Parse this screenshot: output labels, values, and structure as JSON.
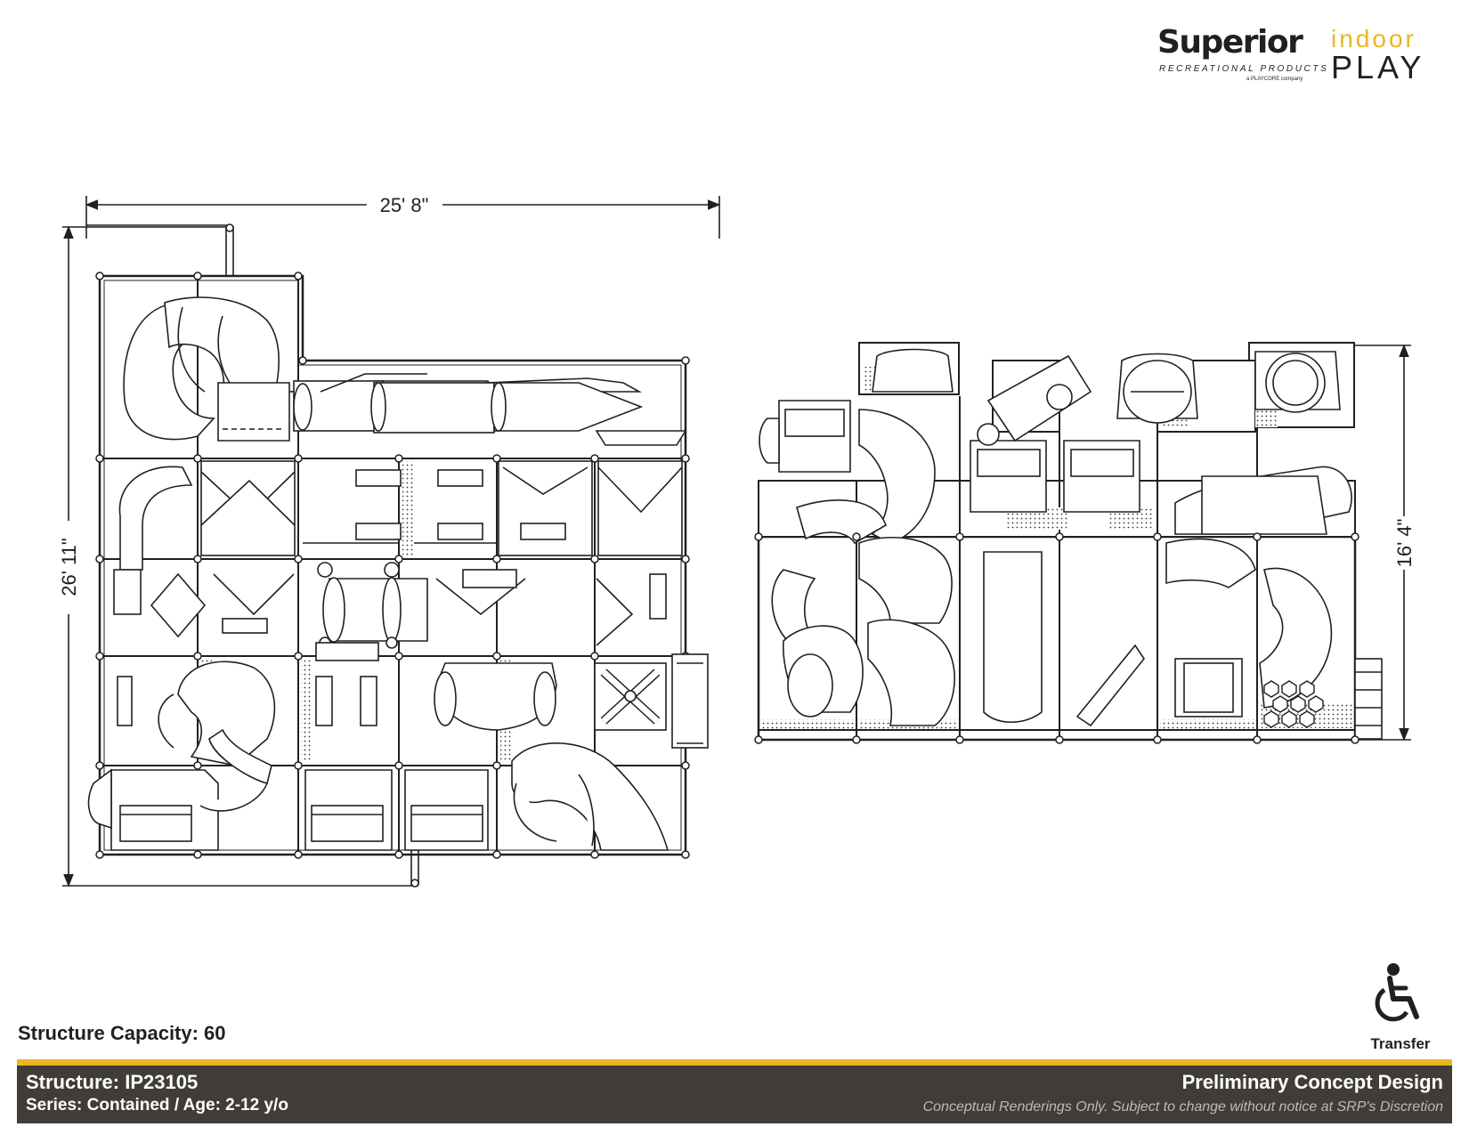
{
  "brand": {
    "name": "Superior",
    "registered_mark": "®",
    "subtitle": "RECREATIONAL PRODUCTS",
    "tagline": "a PLAYCORE company",
    "product_line_top": "indoor",
    "product_line_bottom": "PLAY",
    "colors": {
      "accent": "#e9b521",
      "dark": "#231f20",
      "footer": "#403d38"
    }
  },
  "plan_view": {
    "width_dimension": "25' 8\"",
    "depth_dimension": "26' 11\""
  },
  "elevation_view": {
    "height_dimension": "16' 4\""
  },
  "capacity_label": "Structure Capacity: 60",
  "accessibility": {
    "icon": "wheelchair-icon",
    "label": "Transfer"
  },
  "footer": {
    "structure": "Structure: IP23105",
    "series": "Series: Contained / Age: 2-12 y/o",
    "status": "Preliminary Concept Design",
    "disclaimer": "Conceptual Renderings Only. Subject to change without notice at SRP's Discretion"
  }
}
